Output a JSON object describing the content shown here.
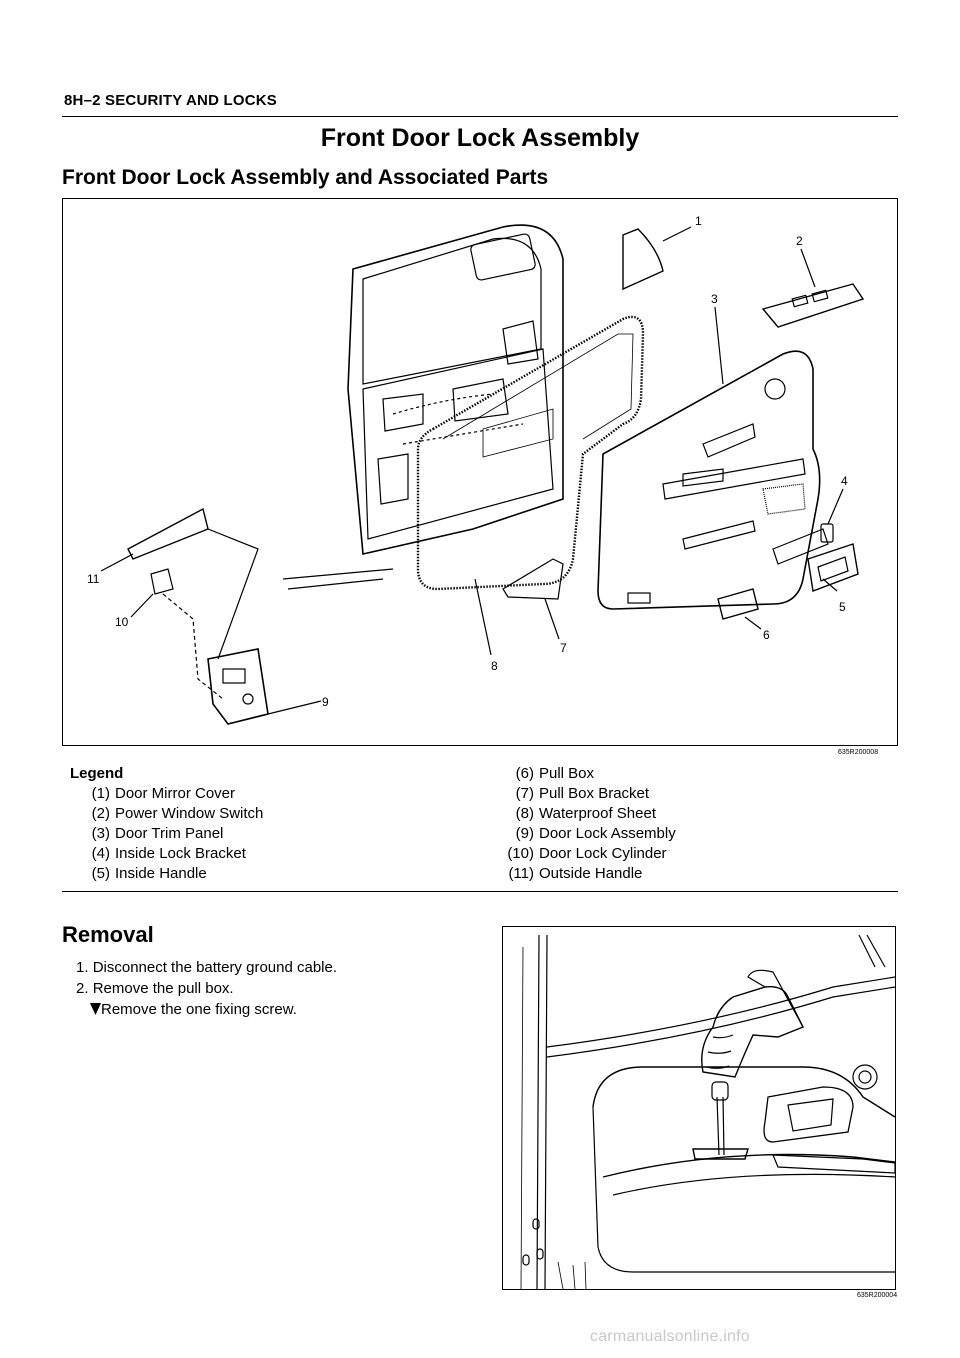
{
  "header": {
    "text": "8H–2   SECURITY AND LOCKS"
  },
  "title": "Front Door Lock Assembly",
  "section_title": "Front Door Lock Assembly and Associated Parts",
  "figure1": {
    "code": "635R200008",
    "callouts": [
      "1",
      "2",
      "3",
      "4",
      "5",
      "6",
      "7",
      "8",
      "9",
      "10",
      "11"
    ]
  },
  "legend": {
    "heading": "Legend",
    "left": [
      {
        "num": "(1)",
        "label": "Door Mirror Cover"
      },
      {
        "num": "(2)",
        "label": "Power Window Switch"
      },
      {
        "num": "(3)",
        "label": "Door Trim Panel"
      },
      {
        "num": "(4)",
        "label": "Inside Lock Bracket"
      },
      {
        "num": "(5)",
        "label": "Inside Handle"
      }
    ],
    "right": [
      {
        "num": "(6)",
        "label": "Pull Box"
      },
      {
        "num": "(7)",
        "label": "Pull Box Bracket"
      },
      {
        "num": "(8)",
        "label": "Waterproof Sheet"
      },
      {
        "num": "(9)",
        "label": "Door Lock Assembly"
      },
      {
        "num": "(10)",
        "label": "Door Lock Cylinder"
      },
      {
        "num": "(11)",
        "label": "Outside Handle"
      }
    ]
  },
  "removal": {
    "title": "Removal",
    "steps": [
      {
        "num": "1.",
        "text": "Disconnect the battery ground cable."
      },
      {
        "num": "2.",
        "text": "Remove the pull box."
      }
    ],
    "substep": "Remove the one fixing screw."
  },
  "figure2": {
    "code": "635R200004"
  },
  "watermark": "carmanualsonline.info"
}
